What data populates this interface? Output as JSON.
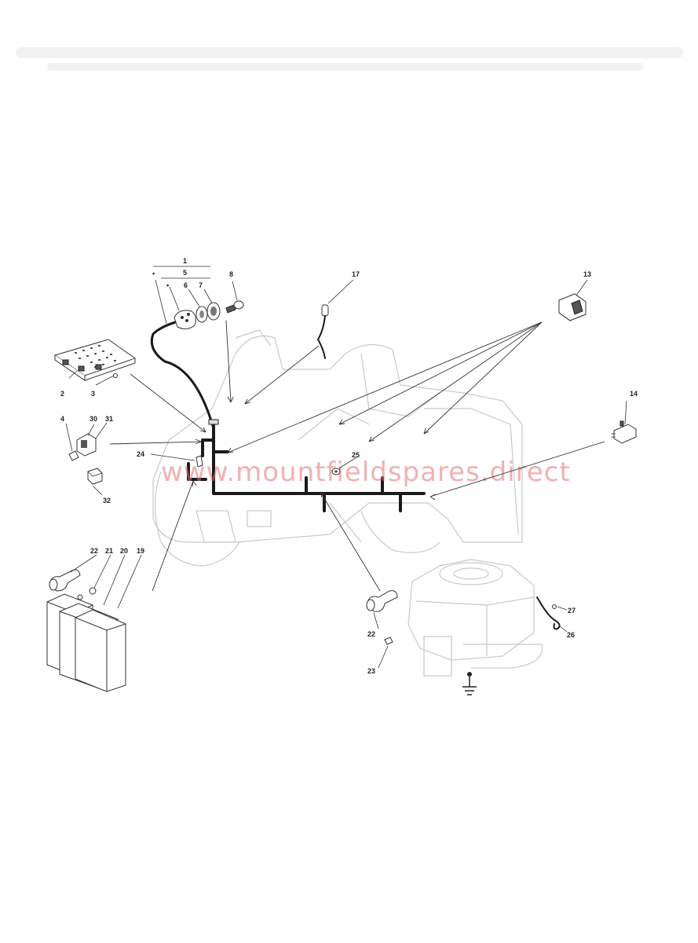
{
  "watermark": "www.mountfieldspares.direct",
  "callouts": {
    "c1": "1",
    "c5": "5",
    "c6": "6",
    "c7": "7",
    "c8": "8",
    "c2": "2",
    "c3": "3",
    "c4": "4",
    "c30": "30",
    "c31": "31",
    "c32": "32",
    "c24": "24",
    "c17": "17",
    "c13": "13",
    "c14": "14",
    "c25": "25",
    "c22a": "22",
    "c21": "21",
    "c20": "20",
    "c19": "19",
    "c22b": "22",
    "c23": "23",
    "c27": "27",
    "c26": "26"
  },
  "kit_markers": {
    "dot1": "•",
    "dot2": "•"
  },
  "icons": {
    "ground": "ground-symbol-icon",
    "ignition": "ignition-switch-icon",
    "key": "key-icon",
    "battery": "battery-icon",
    "relay": "relay-icon",
    "switch": "rocker-switch-icon",
    "micro_switch": "microswitch-icon",
    "fuse": "fuse-holder-icon",
    "engine": "engine-outline-icon",
    "tractor": "tractor-outline-icon"
  }
}
